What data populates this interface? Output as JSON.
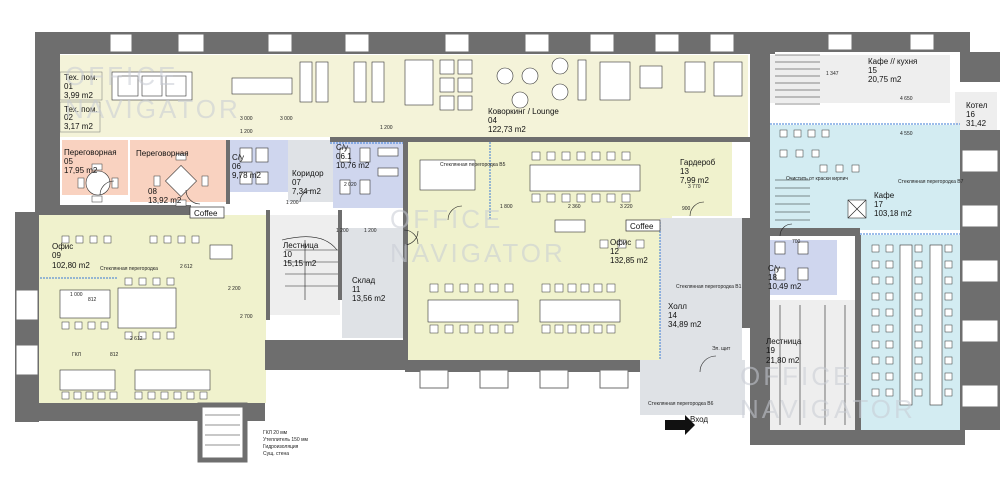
{
  "colors": {
    "wall": "#6e6e6e",
    "lounge": "#f4f3d9",
    "office": "#f0f2cd",
    "meeting": "#f9d2c0",
    "wc": "#cfd6ee",
    "hall": "#dfe2e6",
    "cafe": "#d3ecf2",
    "stair": "#eeeeee"
  },
  "watermark": {
    "line1": "OFFICE",
    "line2": "NAVIGATOR"
  },
  "rooms": [
    {
      "name": "Тех. пом.",
      "number": "01",
      "area": "3,99 m2"
    },
    {
      "name": "Тех. пом.",
      "number": "02",
      "area": "3,17 m2"
    },
    {
      "name": "Коворкинг / Lounge",
      "number": "04",
      "area": "122,73 m2"
    },
    {
      "name": "Переговорная",
      "number": "05",
      "area": "17,95 m2"
    },
    {
      "name": "Переговорная",
      "number": "08",
      "area": "13,92 m2"
    },
    {
      "name": "С/у",
      "number": "06",
      "area": "9,78 m2"
    },
    {
      "name": "С/у",
      "number": "06.1",
      "area": "10,76 m2"
    },
    {
      "name": "Коридор",
      "number": "07",
      "area": "7,34 m2"
    },
    {
      "name": "Гардероб",
      "number": "13",
      "area": "7,99 m2"
    },
    {
      "name": "Кафе // кухня",
      "number": "15",
      "area": "20,75 m2"
    },
    {
      "name": "Котел",
      "number": "16",
      "area": "31,42"
    },
    {
      "name": "Кафе",
      "number": "17",
      "area": "103,18 m2"
    },
    {
      "name": "Офис",
      "number": "09",
      "area": "102,80 m2"
    },
    {
      "name": "Лестница",
      "number": "10",
      "area": "15,15 m2"
    },
    {
      "name": "Склад",
      "number": "11",
      "area": "13,56 m2"
    },
    {
      "name": "Офис",
      "number": "12",
      "area": "132,85 m2"
    },
    {
      "name": "Холл",
      "number": "14",
      "area": "34,89 m2"
    },
    {
      "name": "С/у",
      "number": "18",
      "area": "10,49 m2"
    },
    {
      "name": "Лестница",
      "number": "19",
      "area": "21,80 m2"
    }
  ],
  "coffee_labels": [
    "Coffee",
    "Coffee"
  ],
  "notes": {
    "glass_1": "Стеклянная перегородка",
    "glass_b1": "Стеклянная перегородка В1",
    "glass_b5": "Стеклянная перегородка В5",
    "glass_b6": "Стеклянная перегородка В6",
    "glass_b7": "Стеклянная перегородка В7",
    "cleaning": "Очистить от краски кирпич",
    "entry": "Вход",
    "shaft": "Эл. щит",
    "drywall": "ГКЛ 20 мм",
    "insul": "Утеплитель 150 мм",
    "waterproof": "Гидроизоляция",
    "existing_wall": "Сущ. стена",
    "hkl": "ГКЛ"
  },
  "dimensions": [
    "3 000",
    "1 200",
    "3 000",
    "1 200",
    "2 020",
    "1 200",
    "2 612",
    "2 612",
    "2 200",
    "2 700",
    "3 770",
    "3 220",
    "2 360",
    "4 650",
    "4 550",
    "1 347",
    "1 000",
    "812",
    "812",
    "1 200",
    "900",
    "700",
    "1 800",
    "1 200"
  ]
}
